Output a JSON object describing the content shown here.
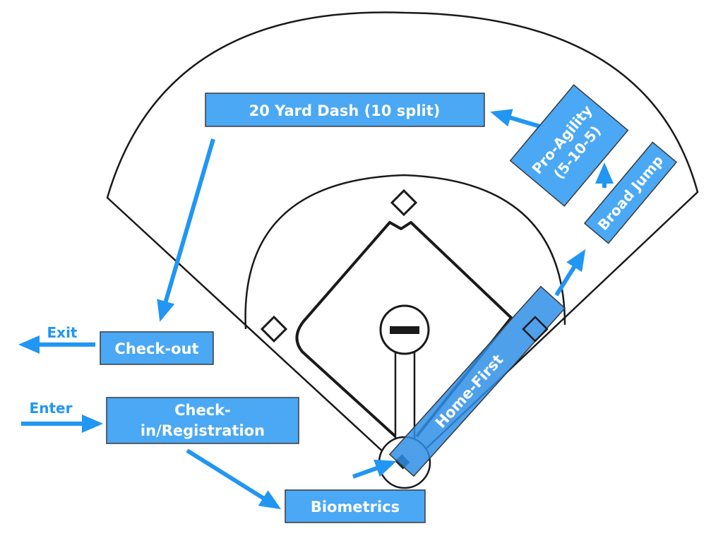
{
  "colors": {
    "station_fill": "#4aa8f5",
    "station_fill_translucent": "#2f8fe8",
    "arrow": "#2196f3",
    "field_line": "#1a1a1a"
  },
  "stations": {
    "dash": "20 Yard Dash (10 split)",
    "pro_agility_line1": "Pro-Agility",
    "pro_agility_line2": "(5-10-5)",
    "broad_jump": "Broad Jump",
    "home_first": "Home-First",
    "checkout": "Check-out",
    "checkin_line1": "Check-",
    "checkin_line2": "in/Registration",
    "biometrics": "Biometrics"
  },
  "labels": {
    "exit": "Exit",
    "enter": "Enter"
  }
}
